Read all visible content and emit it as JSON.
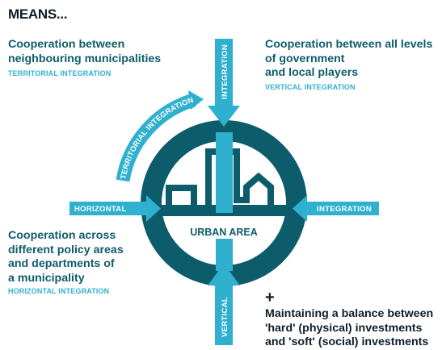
{
  "heading": "MEANS...",
  "top_left": {
    "title_lines": [
      "Cooperation between",
      "neighbouring municipalities"
    ],
    "subtitle": "TERRITORIAL INTEGRATION"
  },
  "top_right": {
    "title_lines": [
      "Cooperation between all levels",
      "of government",
      "and local players"
    ],
    "subtitle": "VERTICAL INTEGRATION"
  },
  "bottom_left": {
    "title_lines": [
      "Cooperation across",
      "different policy areas",
      "and departments of",
      "a municipality"
    ],
    "subtitle": "HORIZONTAL INTEGRATION"
  },
  "bottom_right": {
    "plus": "+",
    "title_lines": [
      "Maintaining a balance between",
      "'hard' (physical) investments",
      "and 'soft' (social) investments"
    ]
  },
  "diagram": {
    "center_label": "URBAN AREA",
    "arrow_top": "INTEGRATION",
    "arrow_bottom": "VERTICAL",
    "arrow_left": "HORIZONTAL",
    "arrow_right": "INTEGRATION",
    "arc_label": "TERRITORIAL INTEGRATION"
  },
  "colors": {
    "ring": "#0d5c6b",
    "accent": "#2fb0cf",
    "dark_text": "#0e1e2a",
    "white": "#ffffff"
  }
}
